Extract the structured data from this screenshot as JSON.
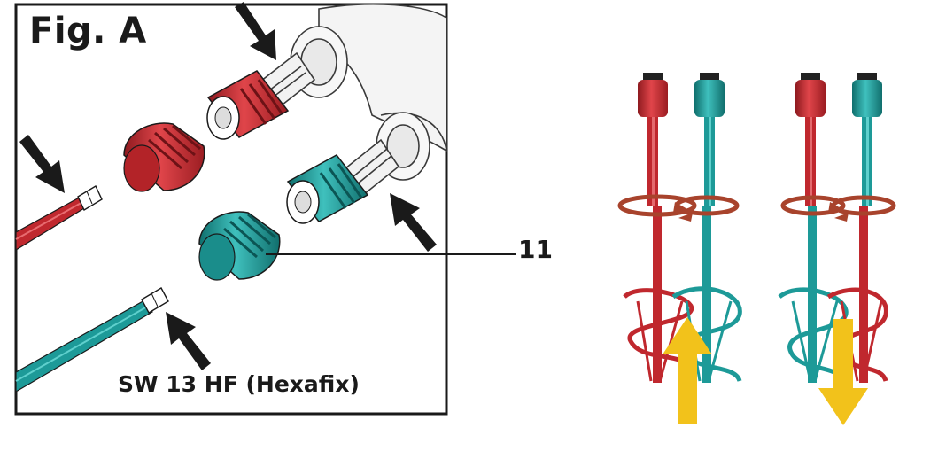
{
  "figure": {
    "title": "Fig. A",
    "caption": "SW 13 HF (Hexafix)",
    "callout_number": "11"
  },
  "colors": {
    "red": "#c0282e",
    "red_dark": "#8e1a1f",
    "teal": "#1d9a98",
    "teal_dark": "#0f6f6d",
    "rotation_arrow": "#a8432c",
    "flow_arrow": "#f2c21b",
    "outline": "#1a1a1a"
  },
  "icons": [
    "arrow-icon",
    "rotation-arrow-icon",
    "flow-arrow-up-icon",
    "flow-arrow-down-icon"
  ]
}
